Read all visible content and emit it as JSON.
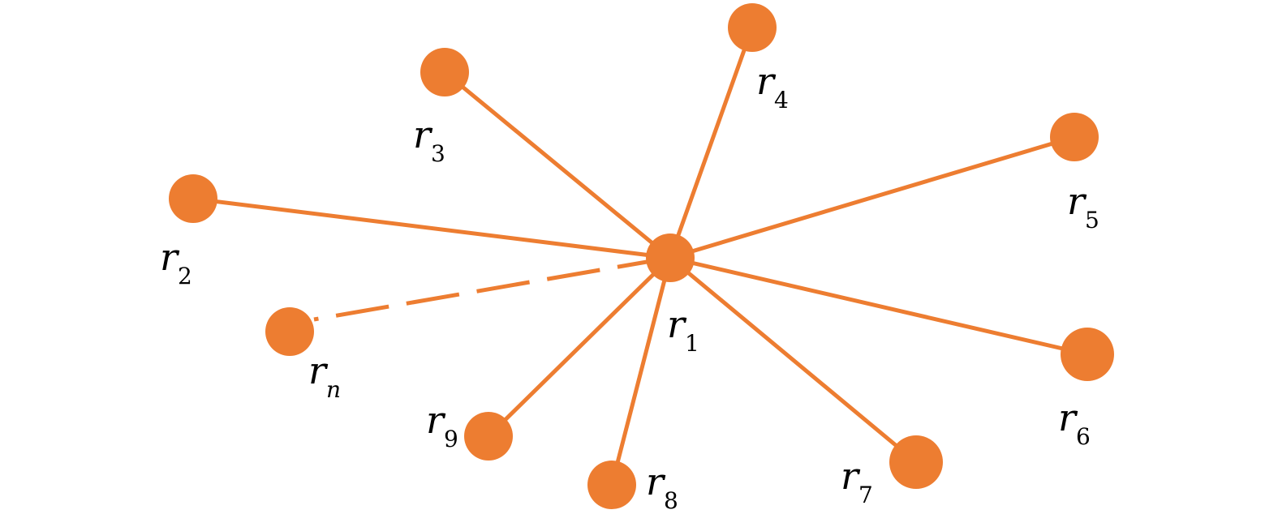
{
  "diagram": {
    "accent_color": "#ED7D31",
    "label_color": "#000000",
    "hub": "r1",
    "nodes": [
      {
        "id": "r1",
        "base": "r",
        "sub": "1"
      },
      {
        "id": "r2",
        "base": "r",
        "sub": "2"
      },
      {
        "id": "r3",
        "base": "r",
        "sub": "3"
      },
      {
        "id": "r4",
        "base": "r",
        "sub": "4"
      },
      {
        "id": "r5",
        "base": "r",
        "sub": "5"
      },
      {
        "id": "r6",
        "base": "r",
        "sub": "6"
      },
      {
        "id": "r7",
        "base": "r",
        "sub": "7"
      },
      {
        "id": "r8",
        "base": "r",
        "sub": "8"
      },
      {
        "id": "r9",
        "base": "r",
        "sub": "9"
      },
      {
        "id": "rn",
        "base": "r",
        "sub": "n"
      }
    ],
    "edges": [
      {
        "from": "r1",
        "to": "r2",
        "style": "solid"
      },
      {
        "from": "r1",
        "to": "r3",
        "style": "solid"
      },
      {
        "from": "r1",
        "to": "r4",
        "style": "solid"
      },
      {
        "from": "r1",
        "to": "r5",
        "style": "solid"
      },
      {
        "from": "r1",
        "to": "r6",
        "style": "solid"
      },
      {
        "from": "r1",
        "to": "r7",
        "style": "solid"
      },
      {
        "from": "r1",
        "to": "r8",
        "style": "solid"
      },
      {
        "from": "r1",
        "to": "r9",
        "style": "solid"
      },
      {
        "from": "r1",
        "to": "rn",
        "style": "dashed"
      }
    ]
  }
}
